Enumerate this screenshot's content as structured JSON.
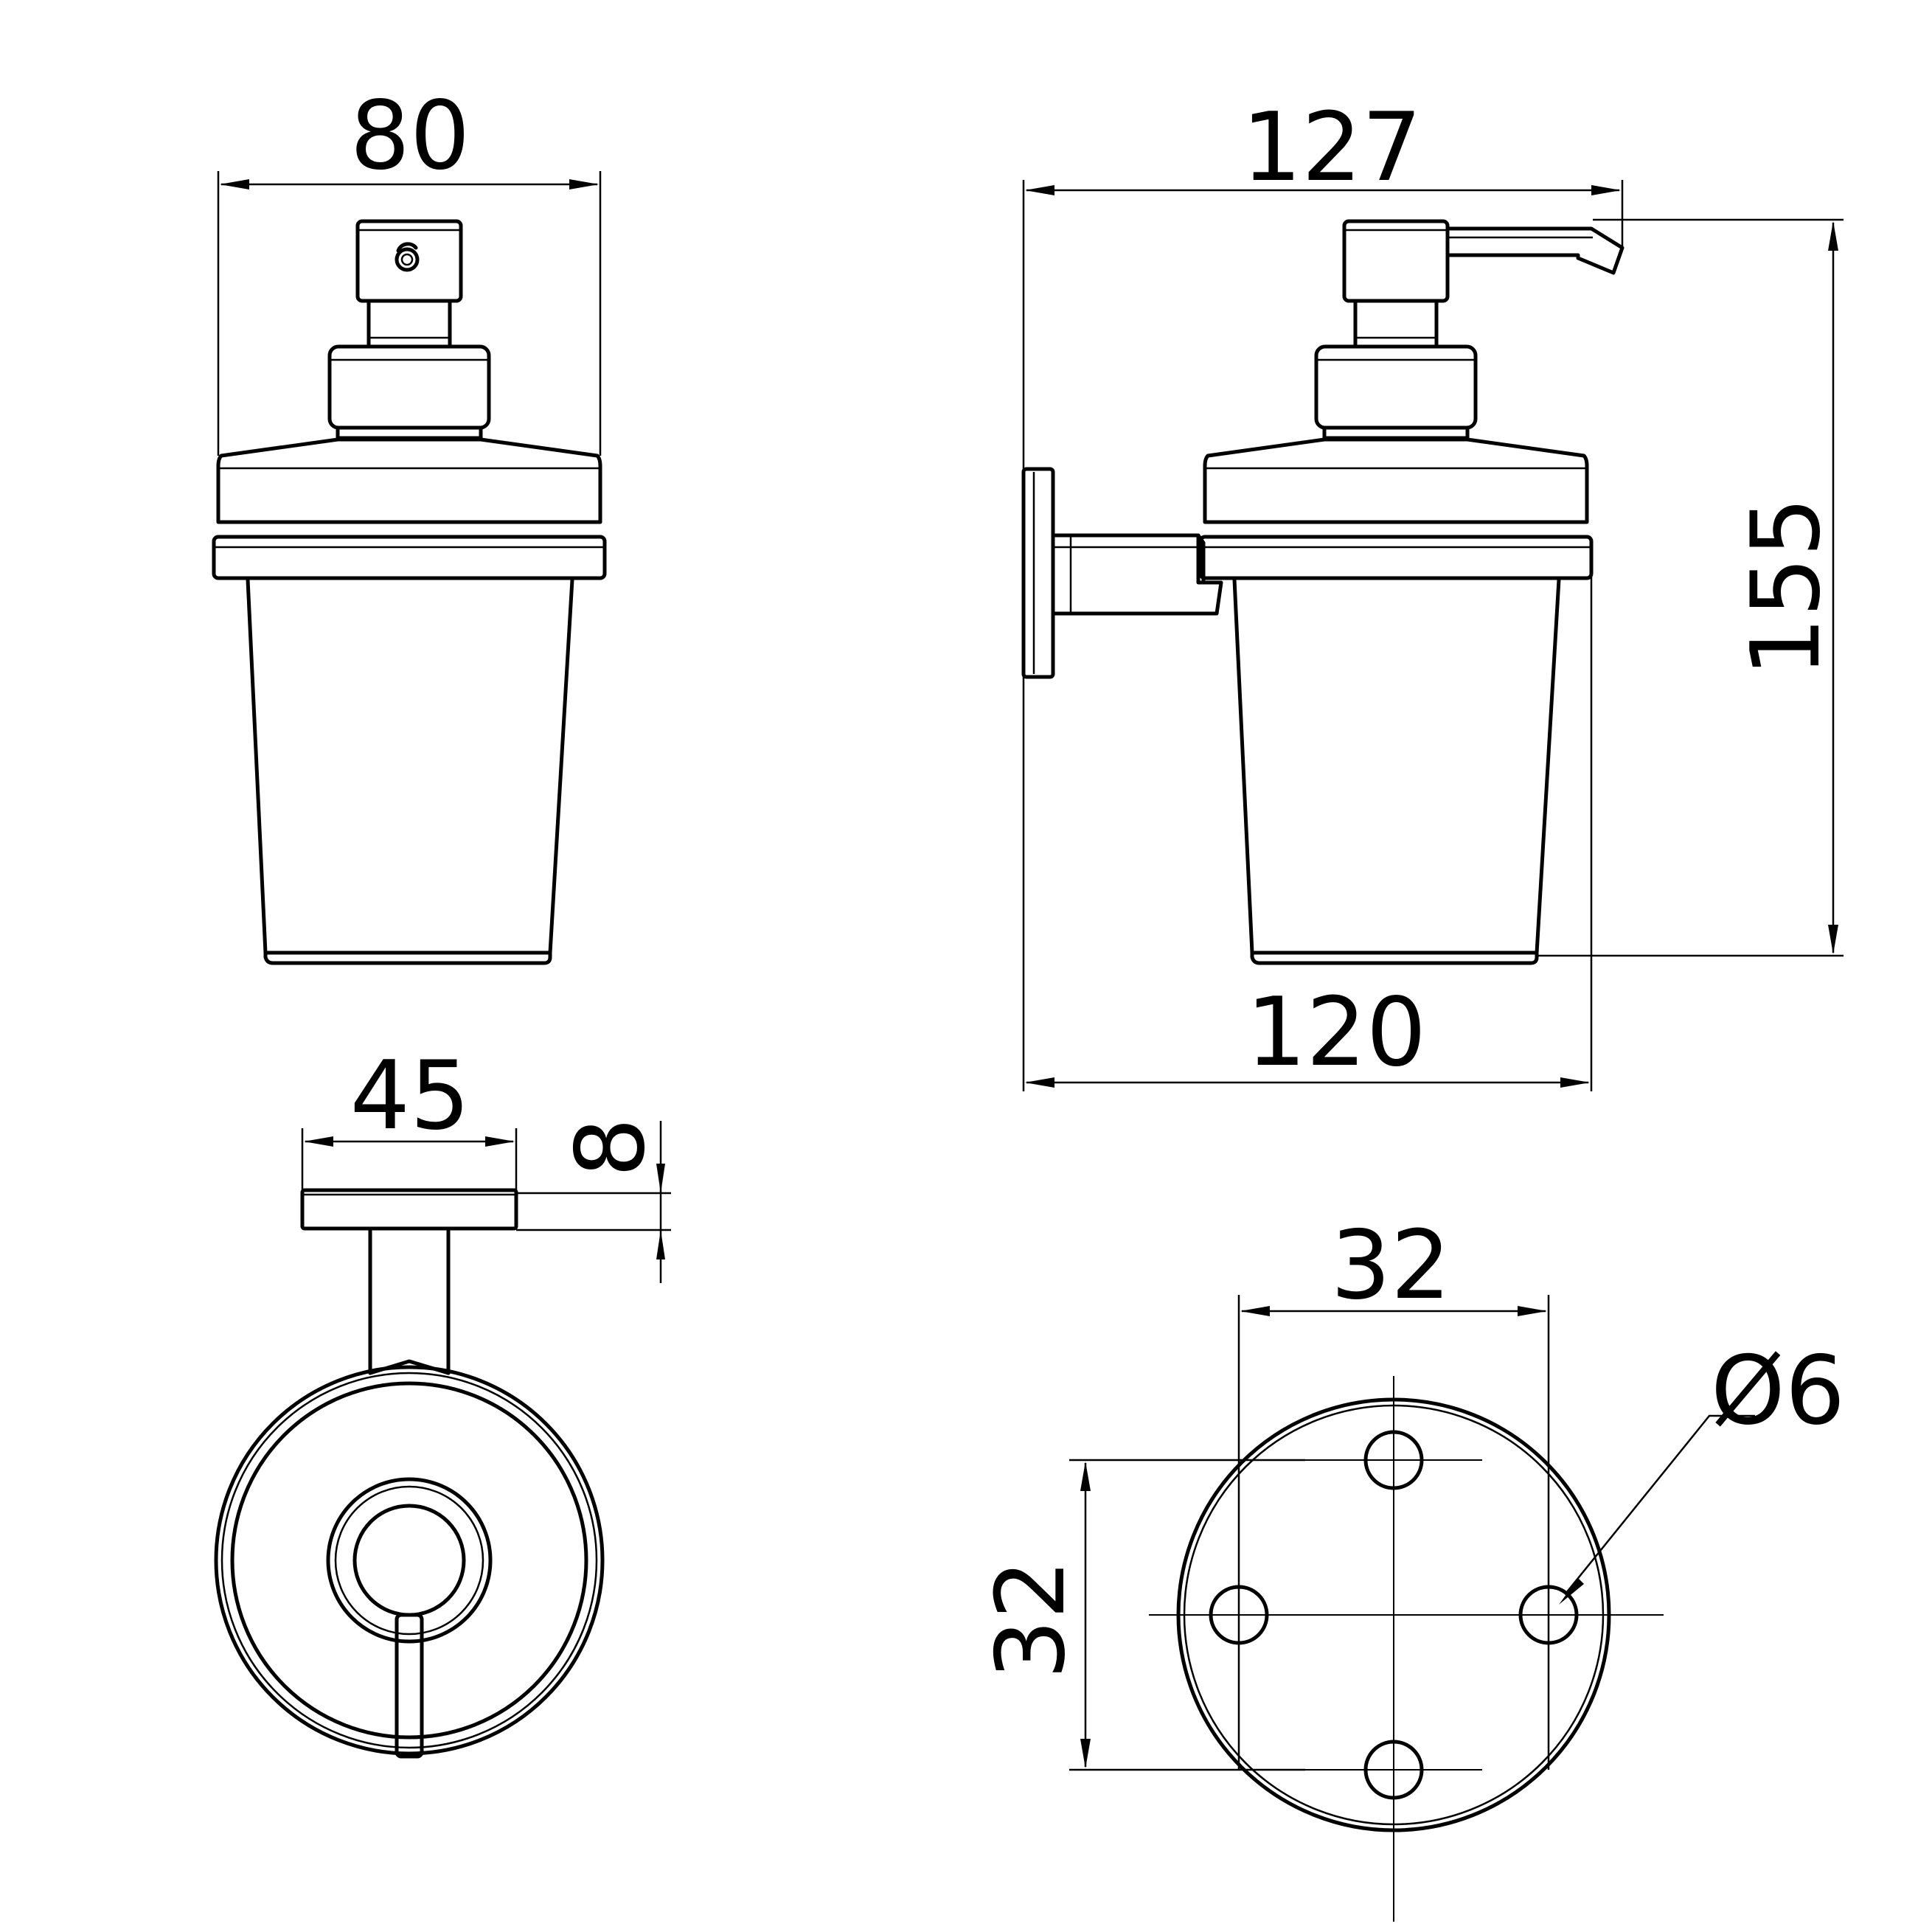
{
  "dimensions": {
    "front_width": "80",
    "side_width_top": "127",
    "side_height": "155",
    "side_width_bottom": "120",
    "arm_width": "45",
    "plate_thickness": "8",
    "hole_spacing_horizontal": "32",
    "hole_spacing_vertical": "32",
    "hole_diameter": "Ø6"
  }
}
